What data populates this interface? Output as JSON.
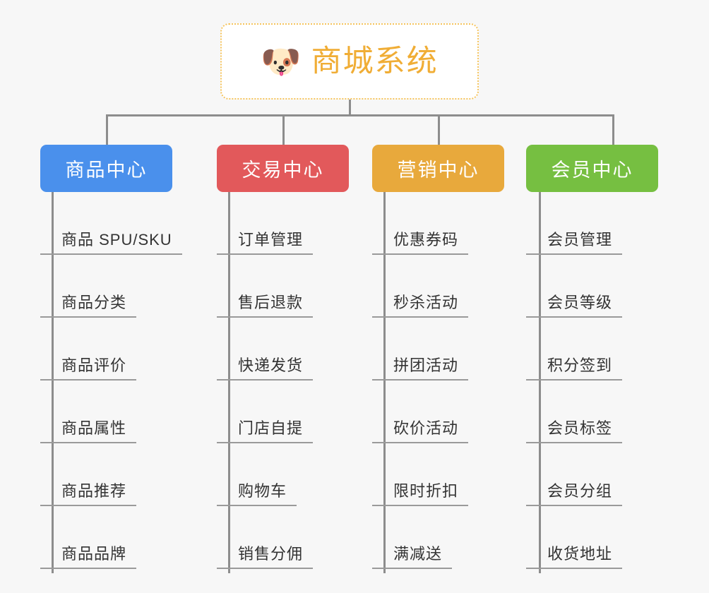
{
  "page": {
    "background_color": "#f7f7f7",
    "type": "mindmap"
  },
  "root": {
    "icon": "shiba-dog-face-icon",
    "icon_glyph": "🐶",
    "title": "商城系统",
    "text_color": "#f0ad35",
    "border_color": "#f5c45e"
  },
  "connector": {
    "color": "#8d8d8d"
  },
  "branches": [
    {
      "label": "商品中心",
      "color": "#4a90ec",
      "items": [
        "商品 SPU/SKU",
        "商品分类",
        "商品评价",
        "商品属性",
        "商品推荐",
        "商品品牌"
      ]
    },
    {
      "label": "交易中心",
      "color": "#e2595b",
      "items": [
        "订单管理",
        "售后退款",
        "快递发货",
        "门店自提",
        "购物车",
        "销售分佣"
      ]
    },
    {
      "label": "营销中心",
      "color": "#e8a93c",
      "items": [
        "优惠券码",
        "秒杀活动",
        "拼团活动",
        "砍价活动",
        "限时折扣",
        "满减送"
      ]
    },
    {
      "label": "会员中心",
      "color": "#76bf41",
      "items": [
        "会员管理",
        "会员等级",
        "积分签到",
        "会员标签",
        "会员分组",
        "收货地址"
      ]
    }
  ]
}
